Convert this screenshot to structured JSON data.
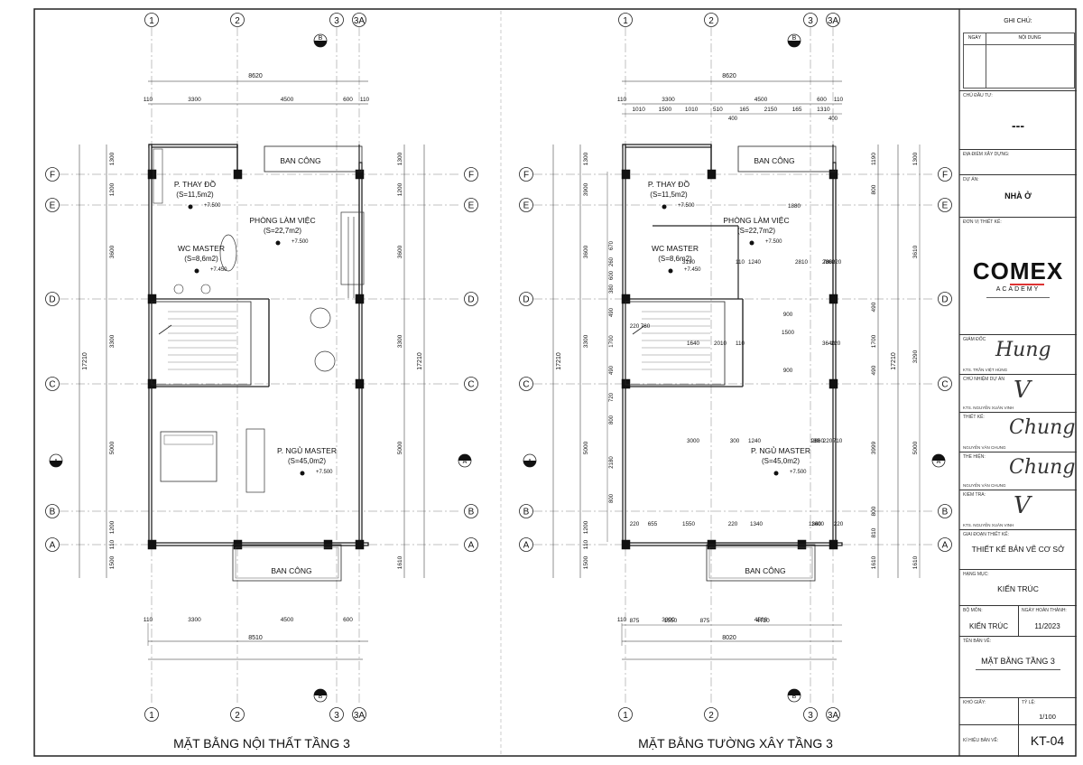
{
  "plans": [
    {
      "title": "MẶT BẰNG NỘI THẤT TẦNG 3",
      "grid_top": [
        "1",
        "2",
        "3",
        "3A"
      ],
      "grid_bottom": [
        "1",
        "2",
        "3",
        "3A"
      ],
      "grid_rows": [
        "F",
        "E",
        "D",
        "C",
        "B",
        "A"
      ],
      "dims_top_total": "8620",
      "dims_top": [
        "110",
        "3300",
        "4500",
        "600",
        "110"
      ],
      "dims_bottom": [
        "110",
        "3300",
        "4500",
        "600"
      ],
      "dims_bottom_total": "8510",
      "dims_left": [
        "1300",
        "1200",
        "3600",
        "3300",
        "5000",
        "1200",
        "110",
        "1500"
      ],
      "dims_left_total": "17210",
      "dims_right": [
        "1300",
        "1200",
        "3600",
        "3300",
        "5000",
        "1610"
      ],
      "dims_right_total": "17210",
      "section_marks": [
        "B",
        "B",
        "A",
        "A"
      ],
      "rooms": [
        {
          "name": "P. THAY ĐỒ",
          "area": "(S=11,5m2)",
          "level": "+7.500"
        },
        {
          "name": "PHÒNG LÀM VIỆC",
          "area": "(S=22,7m2)",
          "level": "+7.500"
        },
        {
          "name": "WC MASTER",
          "area": "(S=8,6m2)",
          "level": "+7.450"
        },
        {
          "name": "P. NGỦ MASTER",
          "area": "(S=45,0m2)",
          "level": "+7.500"
        },
        {
          "name": "BAN CÔNG",
          "area": "",
          "level": ""
        },
        {
          "name": "BAN CÔNG",
          "area": "",
          "level": ""
        }
      ],
      "inner_dims": []
    },
    {
      "title": "MẶT BẰNG TƯỜNG XÂY TẦNG 3",
      "grid_top": [
        "1",
        "2",
        "3",
        "3A"
      ],
      "grid_bottom": [
        "1",
        "2",
        "3",
        "3A"
      ],
      "grid_rows": [
        "F",
        "E",
        "D",
        "C",
        "B",
        "A"
      ],
      "dims_top_total": "8620",
      "dims_top": [
        "110",
        "3300",
        "4500",
        "600",
        "110"
      ],
      "dims_top2": [
        "1010",
        "1500",
        "1010",
        "510",
        "165",
        "2150",
        "165",
        "1310"
      ],
      "dims_top3": [
        "400",
        "400"
      ],
      "dims_bottom2": [
        "875",
        "1550",
        "875",
        "4720"
      ],
      "dims_bottom": [
        "110",
        "3300",
        "4500"
      ],
      "dims_bottom_total": "8020",
      "dims_left": [
        "1300",
        "3900",
        "3600",
        "3300",
        "5000",
        "1200",
        "110",
        "1500"
      ],
      "dims_left_total": "17210",
      "dims_left2": [
        "670",
        "260",
        "600",
        "380",
        "490",
        "1700",
        "490",
        "720",
        "800",
        "2180",
        "800"
      ],
      "dims_right": [
        "1190",
        "800",
        "490",
        "1700",
        "490",
        "3999",
        "800",
        "810",
        "1610"
      ],
      "dims_right2": [
        "1300",
        "3610",
        "3290",
        "5000",
        "1610"
      ],
      "dims_right_total": "17210",
      "section_marks": [
        "B",
        "B",
        "A",
        "A"
      ],
      "rooms": [
        {
          "name": "P. THAY ĐỒ",
          "area": "(S=11,5m2)",
          "level": "+7.500"
        },
        {
          "name": "PHÒNG LÀM VIỆC",
          "area": "(S=22,7m2)",
          "level": "+7.500"
        },
        {
          "name": "WC MASTER",
          "area": "(S=8,6m2)",
          "level": "+7.450"
        },
        {
          "name": "P. NGỦ MASTER",
          "area": "(S=45,0m2)",
          "level": "+7.500"
        },
        {
          "name": "BAN CÔNG",
          "area": "",
          "level": ""
        },
        {
          "name": "BAN CÔNG",
          "area": "",
          "level": ""
        }
      ],
      "inner_dims": [
        "1880",
        "3190",
        "1240",
        "2810",
        "2860",
        "780",
        "220",
        "110",
        "1640",
        "2010",
        "110",
        "1500",
        "3640",
        "220",
        "900",
        "900",
        "220",
        "3000",
        "300",
        "1240",
        "2860",
        "180",
        "220",
        "710",
        "220",
        "655",
        "1550",
        "220",
        "1340",
        "1600",
        "1340",
        "730",
        "220"
      ]
    }
  ],
  "title_block": {
    "notes_label": "GHI CHÚ:",
    "date_col": "NGÀY",
    "content_col": "NỘI DUNG",
    "owner_label": "CHỦ ĐẦU TƯ:",
    "owner_value": "---",
    "site_label": "ĐỊA ĐIỂM XÂY DỰNG:",
    "project_label": "DỰ ÁN:",
    "project_value": "NHÀ Ở",
    "designer_label": "ĐƠN VỊ THIẾT KẾ:",
    "logo_main": "COMEX",
    "logo_sub": "ACADEMY",
    "director_label": "GIÁM ĐỐC",
    "director_name": "KTS. TRẦN VIỆT HÙNG",
    "director_sig": "Hung",
    "pm_label": "CHỦ NHIỆM DỰ ÁN",
    "pm_name": "KTS. NGUYỄN XUÂN VINH",
    "pm_sig": "V",
    "design_label": "THIẾT KẾ:",
    "design_name": "NGUYỄN VĂN CHUNG",
    "design_sig": "Chung",
    "draw_label": "THỂ HIỆN:",
    "draw_name": "NGUYỄN VĂN CHUNG",
    "draw_sig": "Chung",
    "check_label": "KIỂM TRA:",
    "check_name": "KTS. NGUYỄN XUÂN VINH",
    "check_sig": "V",
    "phase_label": "GIAI ĐOẠN THIẾT KẾ:",
    "phase_value": "THIẾT KẾ BẢN VẼ CƠ SỞ",
    "item_label": "HẠNG MỤC:",
    "item_value": "KIẾN TRÚC",
    "dept_label": "BỘ MÔN:",
    "dept_value": "KIẾN TRÚC",
    "date_label": "NGÀY HOÀN THÀNH:",
    "date_value": "11/2023",
    "sheet_label": "TÊN BẢN VẼ:",
    "sheet_value": "MẶT BẰNG TẦNG 3",
    "size_label": "KHỔ GIẤY:",
    "scale_label": "TỶ LỆ:",
    "scale_value": "1/100",
    "code_label": "KÍ HIỆU BẢN VẼ:",
    "code_value": "KT-04"
  }
}
